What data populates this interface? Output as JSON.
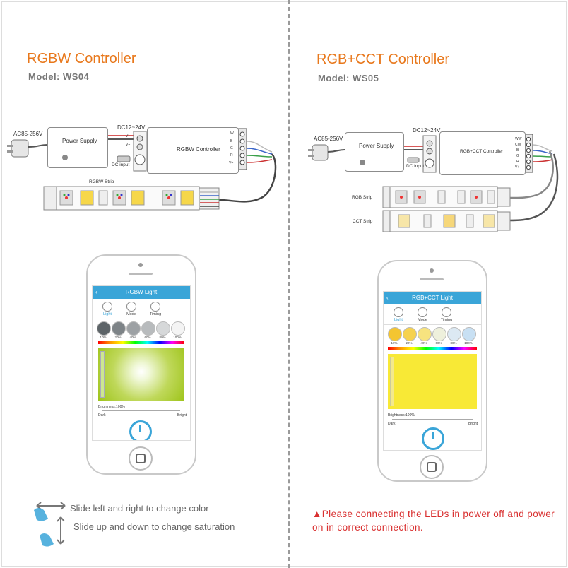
{
  "left": {
    "title": "RGBW Controller",
    "model": "Model: WS04",
    "ac_label": "AC85-256V",
    "power_supply": "Power Supply",
    "dc_label": "DC12~24V",
    "v_minus": "V-",
    "v_plus": "V+",
    "dc_input": "DC input",
    "controller": "RGBW Controller",
    "terminals": [
      "W",
      "B",
      "G",
      "R",
      "V+"
    ],
    "strip_label": "RGBW Strip",
    "phone": {
      "app_title": "RGBW Light",
      "tabs": [
        "Light",
        "Mode",
        "Timing"
      ],
      "swatch_labels": [
        "10%",
        "20%",
        "40%",
        "60%",
        "80%",
        "100%"
      ],
      "swatch_colors": [
        "#5d6468",
        "#7d8387",
        "#9da1a4",
        "#b8bbbd",
        "#d6d8d9",
        "#f4f4f4"
      ],
      "brightness": "Brightness:100%",
      "dark": "Dark",
      "bright": "Bright"
    },
    "instructions": [
      "Slide left and right to change color",
      "Slide up and down to change saturation"
    ]
  },
  "right": {
    "title": "RGB+CCT Controller",
    "model": "Model: WS05",
    "ac_label": "AC85-256V",
    "power_supply": "Power Supply",
    "dc_label": "DC12~24V",
    "v_minus": "V-",
    "v_plus": "V+",
    "dc_input": "DC input",
    "controller": "RGB+CCT Controller",
    "terminals": [
      "WW",
      "CW",
      "B",
      "G",
      "R",
      "V+"
    ],
    "rgb_strip_label": "RGB Strip",
    "cct_strip_label": "CCT Strip",
    "phone": {
      "app_title": "RGB+CCT Light",
      "tabs": [
        "Light",
        "Mode",
        "Timing"
      ],
      "swatch_labels": [
        "10%",
        "20%",
        "40%",
        "60%",
        "80%",
        "100%"
      ],
      "swatch_colors": [
        "#f4c531",
        "#f6d24f",
        "#f7e37f",
        "#eef0dc",
        "#dce9f3",
        "#c8e0f3"
      ],
      "brightness": "Brightness:100%",
      "dark": "Dark",
      "bright": "Bright"
    },
    "warning": "Please connecting the LEDs in power off and power on in correct connection.",
    "warning_icon": "warning-triangle-icon",
    "warning_color": "#d93030"
  },
  "accent_color": "#e8781c",
  "app_bar_color": "#3aa5d8"
}
